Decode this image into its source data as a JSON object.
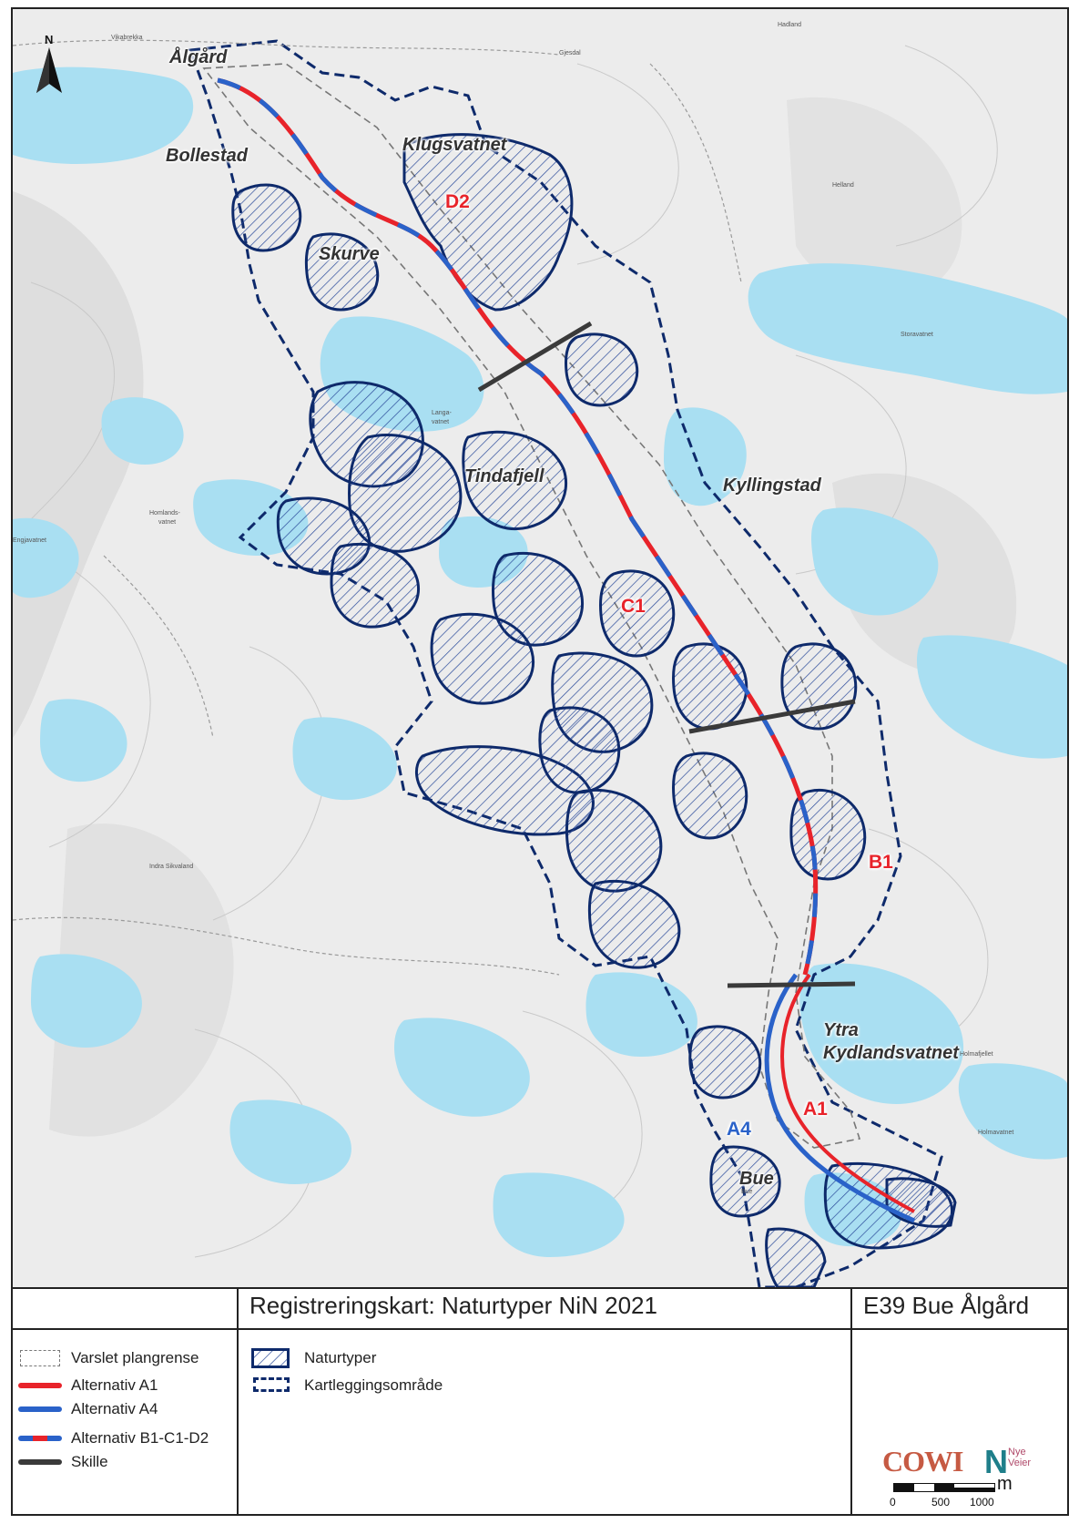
{
  "map": {
    "places": {
      "algard": "Ålgård",
      "bollestad": "Bollestad",
      "klugsvatnet": "Klugsvatnet",
      "skurve": "Skurve",
      "tindafjell": "Tindafjell",
      "kyllingstad": "Kyllingstad",
      "ytra": "Ytra",
      "kydlandsvatnet": "Kydlandsvatnet",
      "bue": "Bue"
    },
    "alternatives": {
      "d2": "D2",
      "c1": "C1",
      "b1": "B1",
      "a1": "A1",
      "a4": "A4"
    },
    "colors": {
      "water": "#a9dff2",
      "land": "#ececec",
      "red": "#e8232a",
      "blue": "#2a62c9",
      "navy": "#0e2a6b",
      "skille": "#3a3a3a",
      "plangrense": "#777777"
    }
  },
  "legend": {
    "title": "Registreringskart: Naturtyper NiN 2021",
    "project": "E39 Bue Ålgård",
    "items_left": [
      {
        "label": "Varslet plangrense"
      },
      {
        "label": "Alternativ A1"
      },
      {
        "label": "Alternativ A4"
      },
      {
        "label": "Alternativ B1-C1-D2"
      },
      {
        "label": "Skille"
      }
    ],
    "items_mid": [
      {
        "label": "Naturtyper"
      },
      {
        "label": "Kartleggingsområde"
      }
    ],
    "logo_cowi": "COWI",
    "logo_nye": "Nye",
    "logo_veier": "Veier",
    "scale_unit": "m",
    "scale_ticks": [
      "0",
      "500",
      "1000"
    ]
  },
  "north_arrow": "N"
}
